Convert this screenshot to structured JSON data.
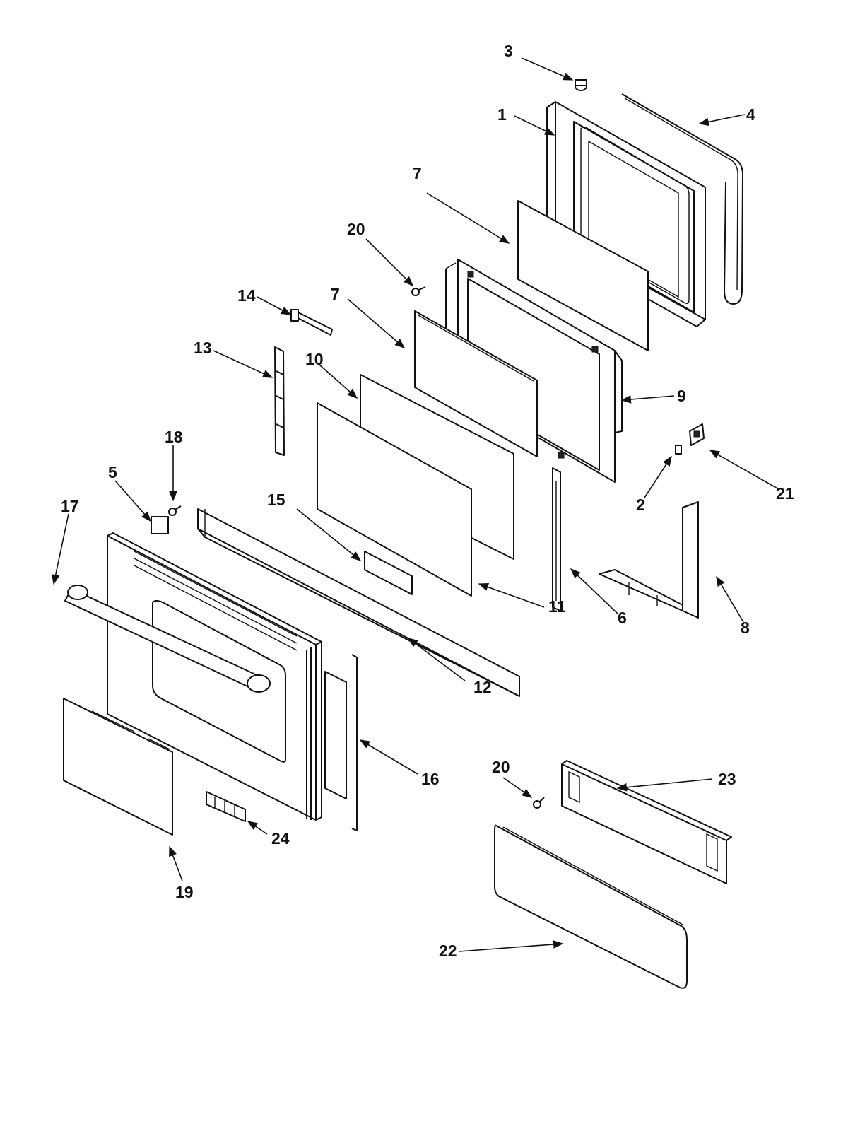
{
  "diagram": {
    "callouts": [
      {
        "id": "c1",
        "label": "1"
      },
      {
        "id": "c2",
        "label": "2"
      },
      {
        "id": "c3",
        "label": "3"
      },
      {
        "id": "c4",
        "label": "4"
      },
      {
        "id": "c5",
        "label": "5"
      },
      {
        "id": "c6",
        "label": "6"
      },
      {
        "id": "c7a",
        "label": "7"
      },
      {
        "id": "c7b",
        "label": "7"
      },
      {
        "id": "c8",
        "label": "8"
      },
      {
        "id": "c9",
        "label": "9"
      },
      {
        "id": "c10",
        "label": "10"
      },
      {
        "id": "c11",
        "label": "11"
      },
      {
        "id": "c12",
        "label": "12"
      },
      {
        "id": "c13",
        "label": "13"
      },
      {
        "id": "c14",
        "label": "14"
      },
      {
        "id": "c15",
        "label": "15"
      },
      {
        "id": "c16",
        "label": "16"
      },
      {
        "id": "c17",
        "label": "17"
      },
      {
        "id": "c18",
        "label": "18"
      },
      {
        "id": "c19",
        "label": "19"
      },
      {
        "id": "c20a",
        "label": "20"
      },
      {
        "id": "c20b",
        "label": "20"
      },
      {
        "id": "c21",
        "label": "21"
      },
      {
        "id": "c22",
        "label": "22"
      },
      {
        "id": "c23",
        "label": "23"
      },
      {
        "id": "c24",
        "label": "24"
      }
    ]
  }
}
